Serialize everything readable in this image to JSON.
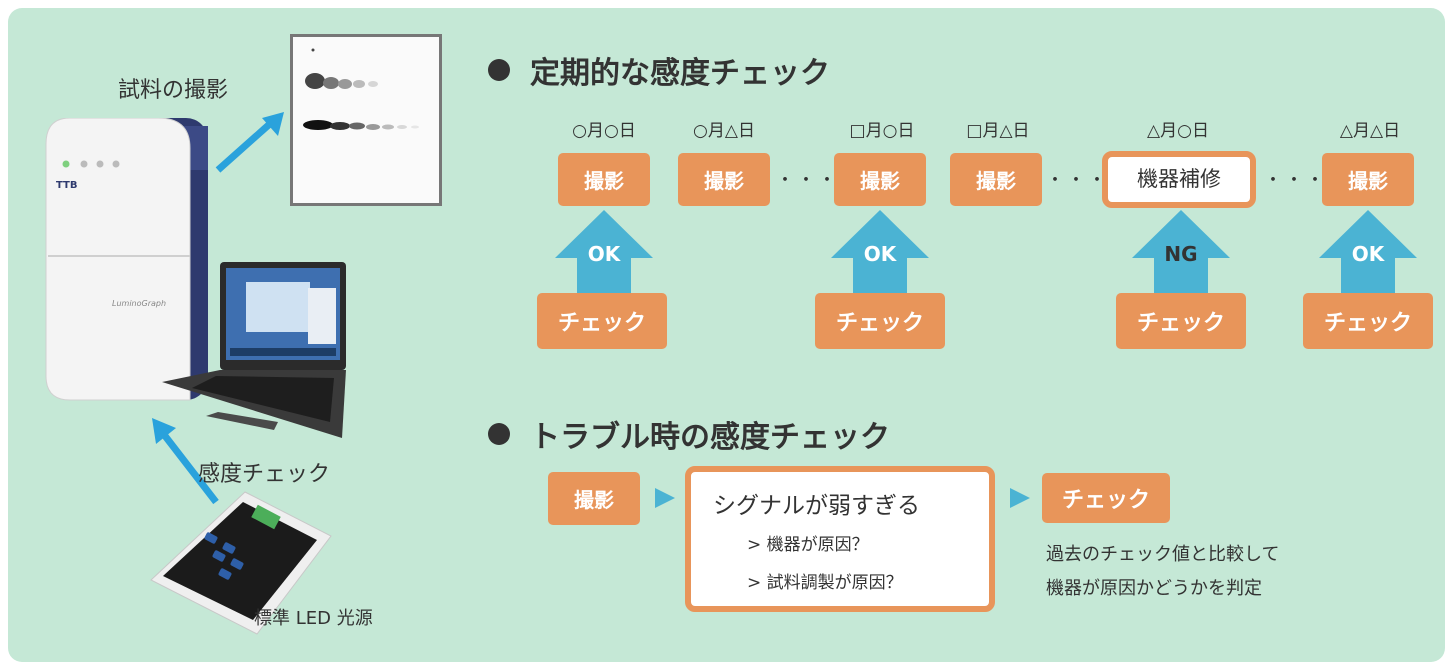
{
  "left": {
    "capture_label": "試料の撮影",
    "check_label": "感度チェック",
    "light_source_label": "標準 LED 光源",
    "device_brand": "TTB",
    "device_model": "LuminoGraph",
    "icons": [
      "imager-device-icon",
      "laptop-icon",
      "led-light-source-icon",
      "blot-image-icon"
    ]
  },
  "section1": {
    "title": "定期的な感度チェック",
    "dates": [
      "○月○日",
      "○月△日",
      "□月○日",
      "□月△日",
      "△月○日",
      "△月△日"
    ],
    "steps": [
      "撮影",
      "撮影",
      "撮影",
      "撮影",
      "機器補修",
      "撮影"
    ],
    "dots": "・・・",
    "results": [
      "OK",
      "OK",
      "NG",
      "OK"
    ],
    "check_label": "チェック"
  },
  "section2": {
    "title": "トラブル時の感度チェック",
    "step_capture": "撮影",
    "problem_title": "シグナルが弱すぎる",
    "causes": [
      "> 機器が原因？",
      "> 試料調製が原因？"
    ],
    "step_check": "チェック",
    "note_line1": "過去のチェック値と比較して",
    "note_line2": "機器が原因かどうかを判定"
  },
  "colors": {
    "background": "#c5e8d6",
    "accent_orange": "#e8955a",
    "arrow_blue": "#2aa2dc",
    "up_arrow": "#4bb3d3"
  }
}
